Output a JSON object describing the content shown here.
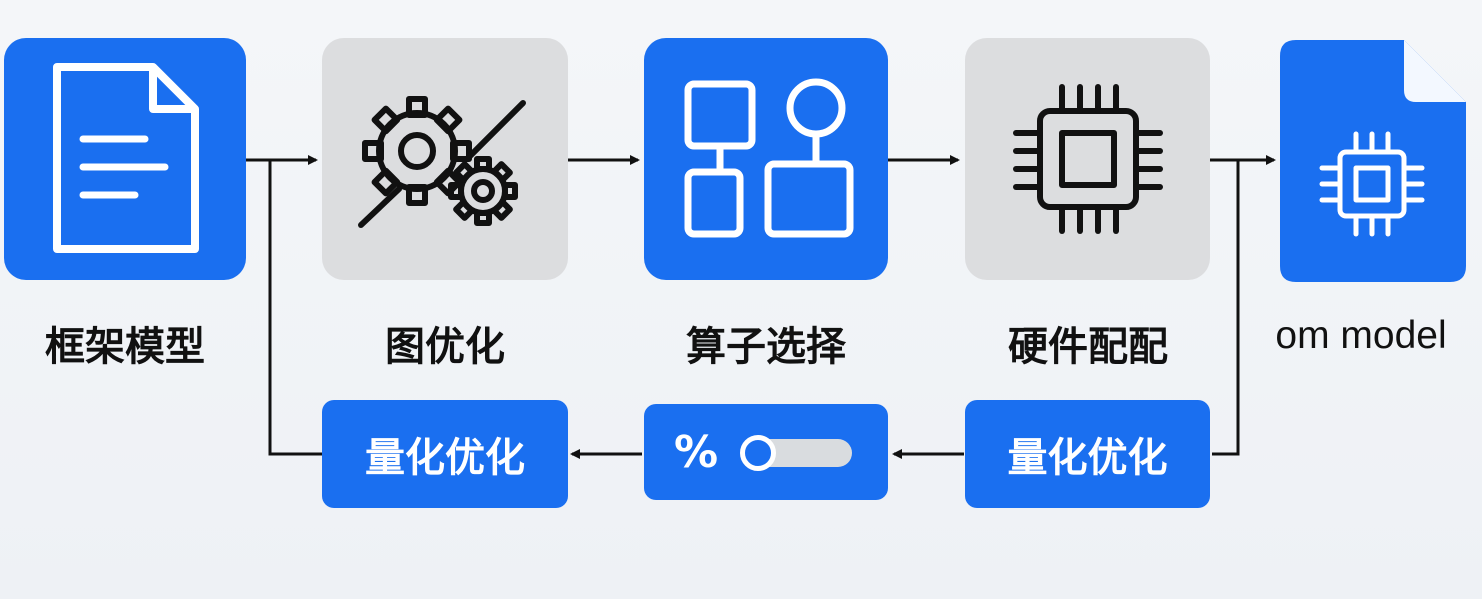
{
  "steps": [
    {
      "label": "框架模型",
      "icon": "document-icon"
    },
    {
      "label": "图优化",
      "icon": "gears-icon"
    },
    {
      "label": "算子选择",
      "icon": "shapes-icon"
    },
    {
      "label": "硬件配配",
      "icon": "chip-icon"
    },
    {
      "label": "om model",
      "icon": "chip-file-icon"
    }
  ],
  "feedback": {
    "left_label": "量化优化",
    "slider_symbol": "%",
    "right_label": "量化优化"
  },
  "colors": {
    "blue": "#1a6ff0",
    "gray": "#dcdddf",
    "line": "#111111"
  }
}
